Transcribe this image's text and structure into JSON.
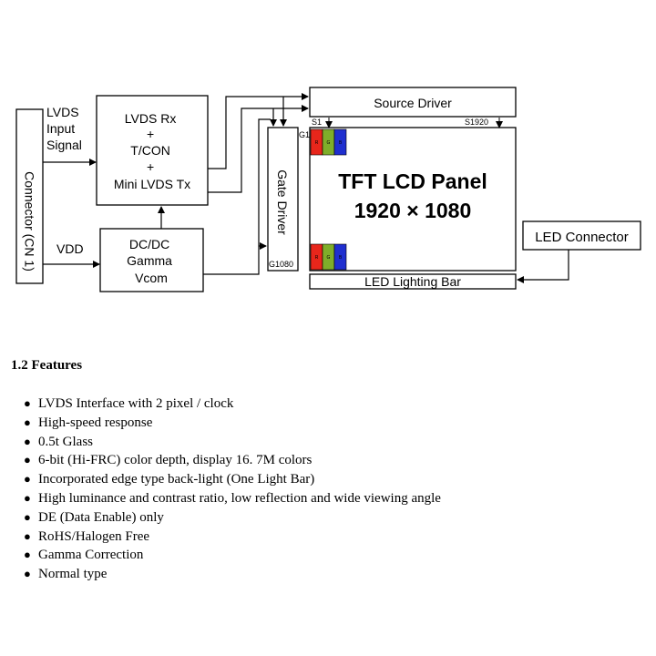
{
  "diagram": {
    "lvds_input": [
      "LVDS",
      "Input",
      "Signal"
    ],
    "connector_label": "Connector (CN 1)",
    "vdd_label": "VDD",
    "tcon_block": [
      "LVDS Rx",
      "+",
      "T/CON",
      "+",
      "Mini LVDS Tx"
    ],
    "dcdc_block": [
      "DC/DC",
      "Gamma",
      "Vcom"
    ],
    "source_driver": "Source Driver",
    "gate_driver": "Gate Driver",
    "s1_label": "S1",
    "s1920_label": "S1920",
    "g1_label": "G1",
    "g1080_label": "G1080",
    "panel_title": "TFT LCD Panel",
    "panel_resolution": "1920 × 1080",
    "led_bar": "LED Lighting Bar",
    "led_connector": "LED Connector",
    "pixel_letters": [
      "R",
      "G",
      "B"
    ],
    "pixel_colors": [
      "#e8261b",
      "#7fae2a",
      "#1f2fcf"
    ]
  },
  "features": {
    "heading": "1.2 Features",
    "bullet_glyph": "●",
    "items": [
      "LVDS Interface with 2 pixel / clock",
      "High-speed response",
      "0.5t Glass",
      "6-bit (Hi-FRC) color depth, display 16. 7M colors",
      "Incorporated edge type back-light (One Light Bar)",
      "High luminance and contrast ratio, low reflection and wide viewing angle",
      "DE (Data Enable) only",
      "RoHS/Halogen Free",
      "Gamma Correction",
      "Normal type"
    ]
  }
}
